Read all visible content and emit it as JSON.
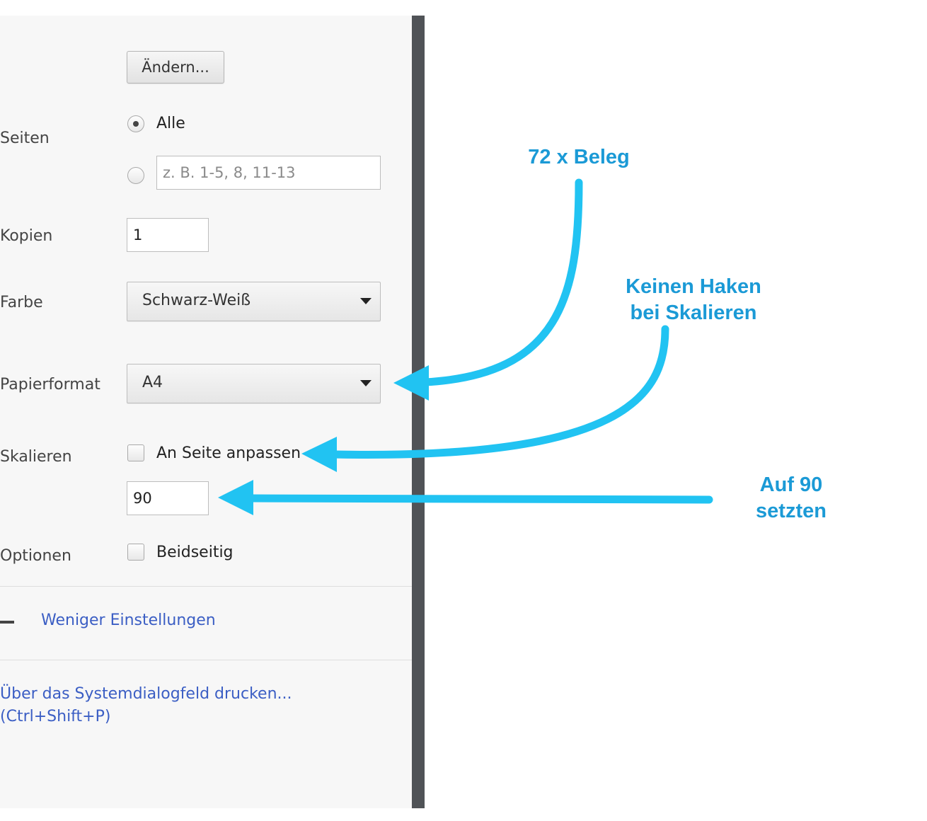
{
  "dialog": {
    "change_button": "Ändern...",
    "pages": {
      "label": "Seiten",
      "option_all": "Alle",
      "range_placeholder": "z. B. 1-5, 8, 11-13"
    },
    "copies": {
      "label": "Kopien",
      "value": "1"
    },
    "color": {
      "label": "Farbe",
      "selected": "Schwarz-Weiß"
    },
    "paper_size": {
      "label": "Papierformat",
      "selected": "A4"
    },
    "scale": {
      "label": "Skalieren",
      "fit_to_page": "An Seite anpassen",
      "value": "90"
    },
    "options": {
      "label": "Optionen",
      "duplex": "Beidseitig"
    },
    "fewer_settings": "Weniger Einstellungen",
    "system_dialog": {
      "line1": "Über das Systemdialogfeld drucken...",
      "line2": "(Ctrl+Shift+P)"
    }
  },
  "annotations": {
    "beleg": "72 x Beleg",
    "scale_line1": "Keinen Haken",
    "scale_line2": "bei Skalieren",
    "set90_line1": "Auf 90",
    "set90_line2": "setzten"
  },
  "colors": {
    "annotation_accent": "#1b9ad6",
    "arrow": "#21c3f2",
    "link": "#3b5ec4",
    "divider": "#505357"
  }
}
